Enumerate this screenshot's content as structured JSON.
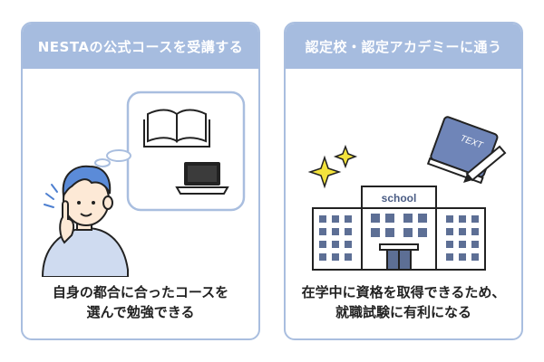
{
  "cards": [
    {
      "title": "NESTAの公式コースを受講する",
      "caption_line1": "自身の都合に合ったコースを",
      "caption_line2": "選んで勉強できる"
    },
    {
      "title": "認定校・認定アカデミーに通う",
      "caption_line1": "在学中に資格を取得できるため、",
      "caption_line2": "就職試験に有利になる",
      "building_label": "school",
      "book_label": "TEXT"
    }
  ],
  "colors": {
    "header_bg": "#a6bcdf",
    "border": "#a9bedf",
    "accent_blue": "#4d7fd0",
    "skin": "#fde9d6",
    "book_cover": "#6f85b8",
    "sparkle": "#f4e33c"
  }
}
